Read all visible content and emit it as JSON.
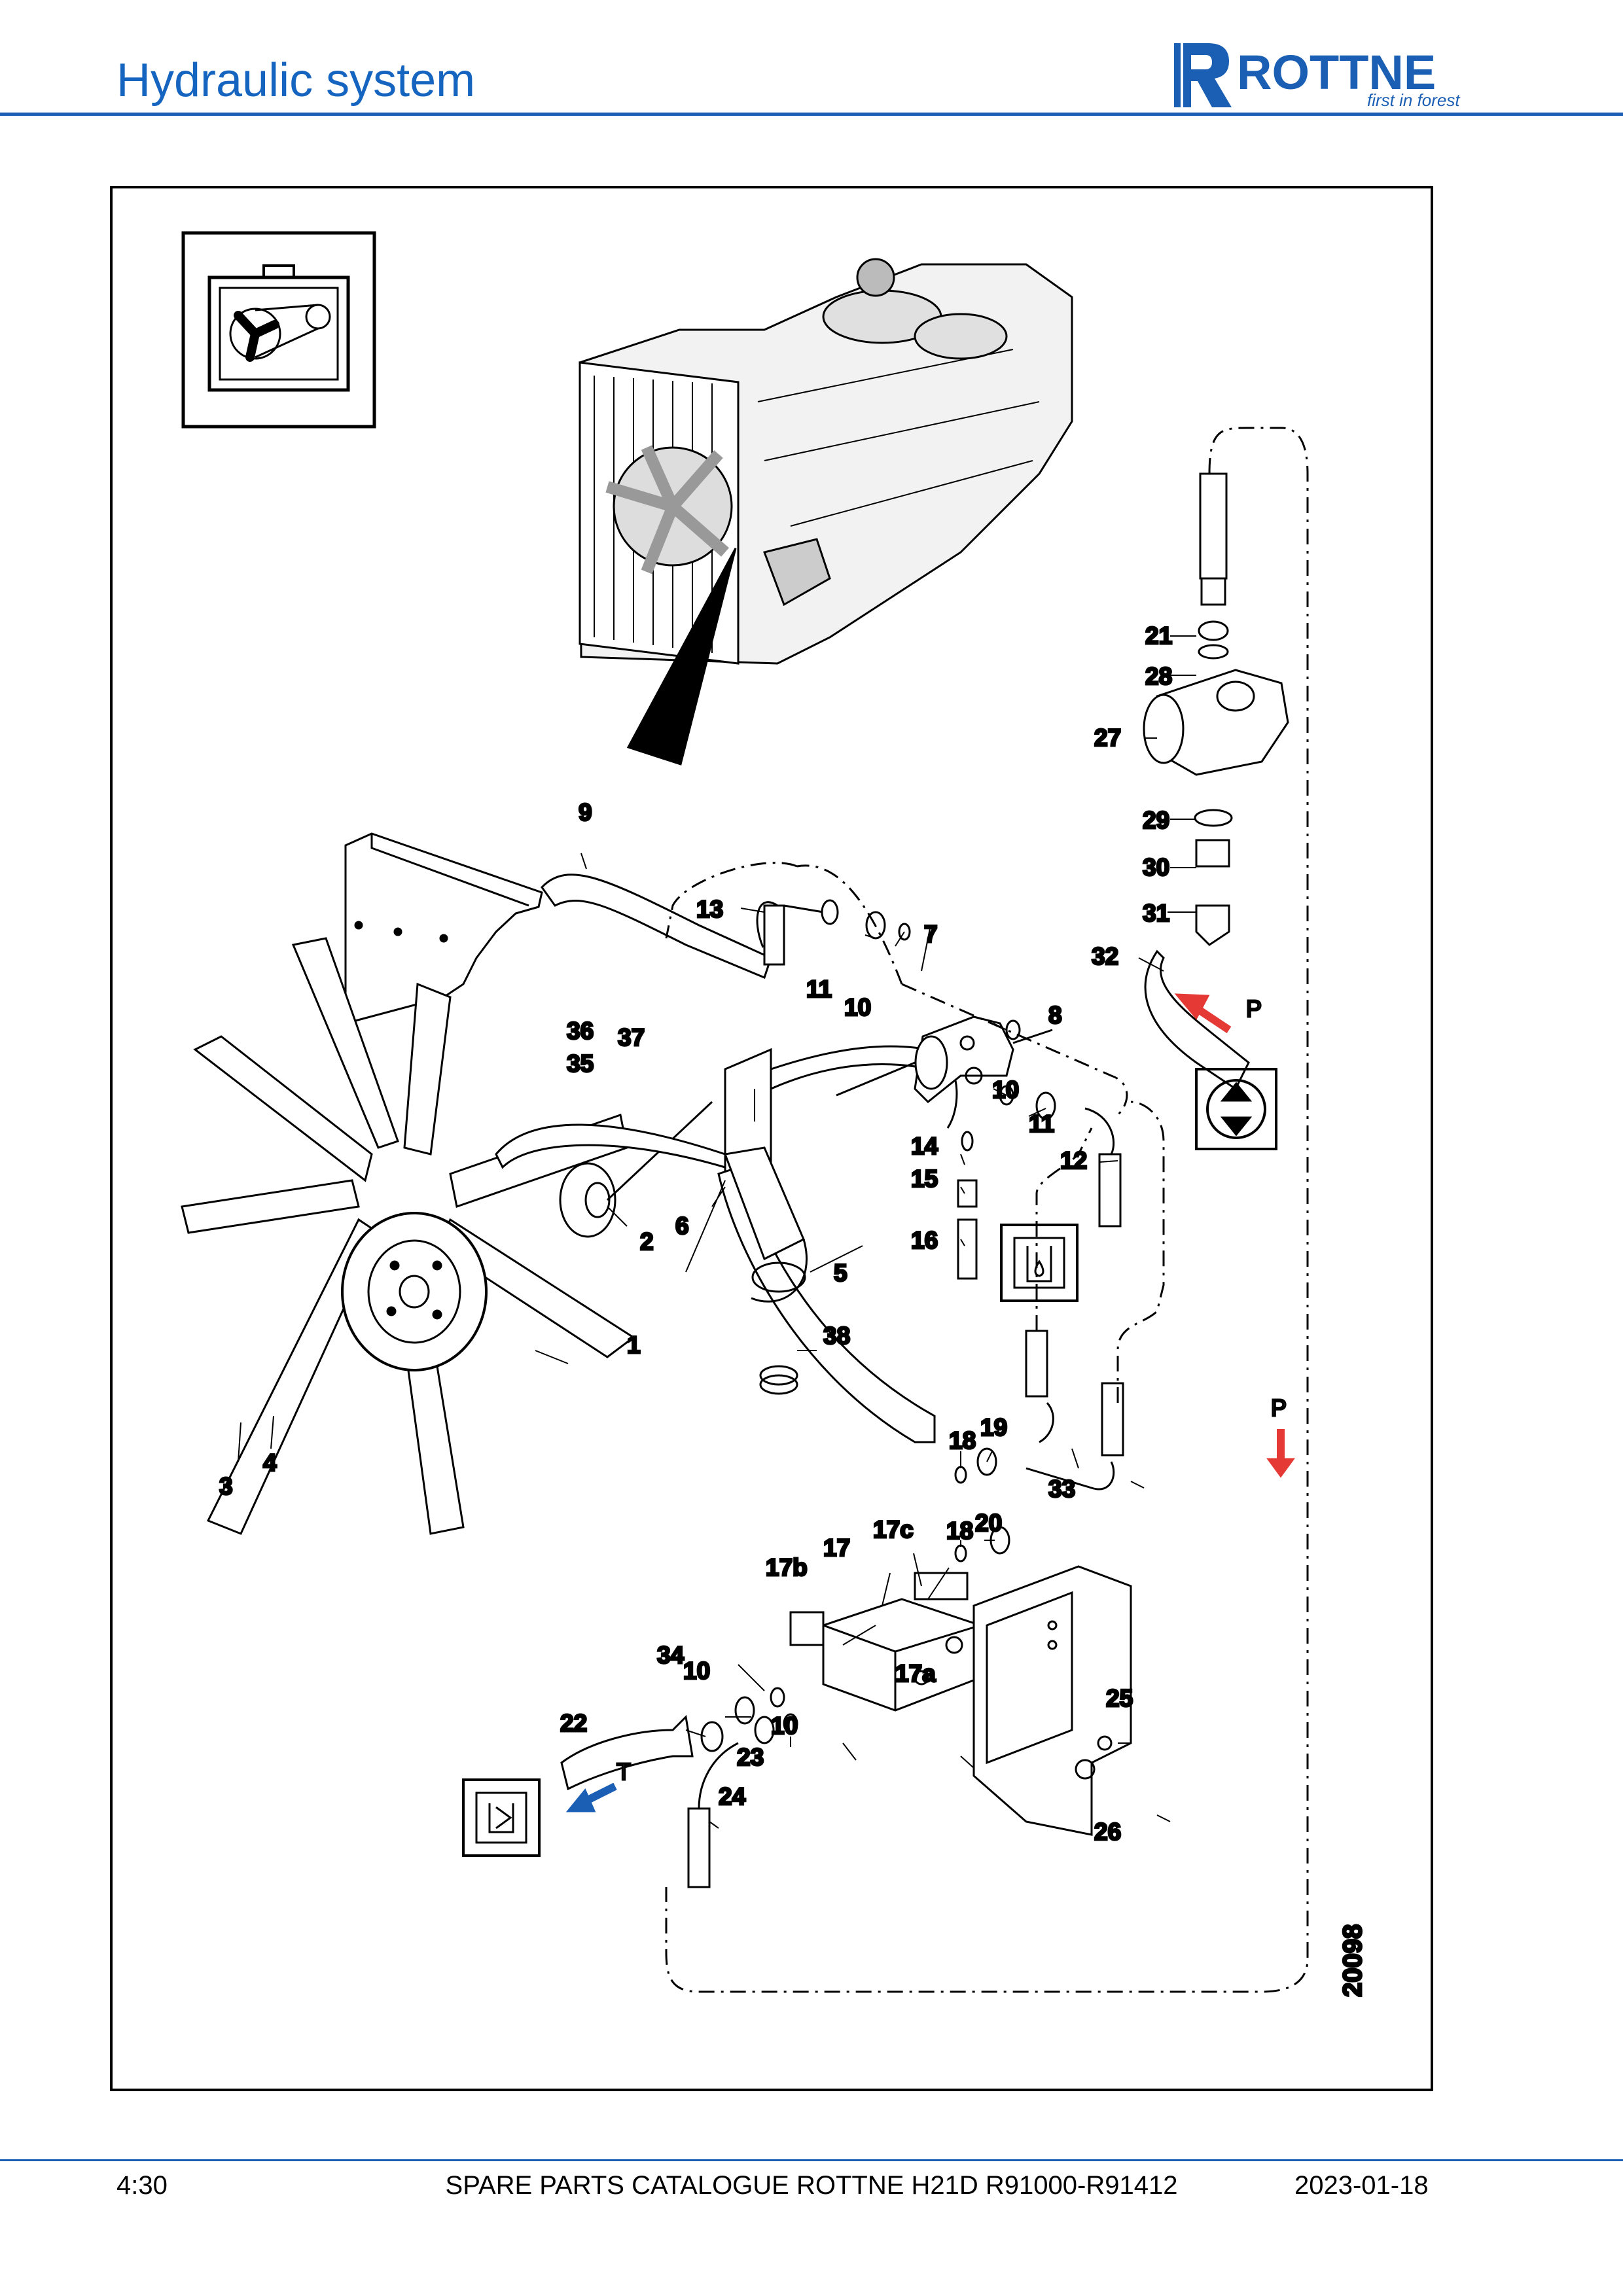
{
  "header": {
    "title": "Hydraulic system",
    "logo_name": "ROTTNE",
    "logo_slogan": "first in forest",
    "brand_color": "#1a5fb4"
  },
  "diagram": {
    "reference_number": "20098",
    "flow_labels": [
      "P",
      "P",
      "T"
    ],
    "part_labels": [
      "1",
      "2",
      "3",
      "4",
      "5",
      "6",
      "7",
      "8",
      "9",
      "10",
      "10",
      "10",
      "10",
      "11",
      "11",
      "12",
      "13",
      "14",
      "15",
      "16",
      "17",
      "17a",
      "17b",
      "17c",
      "18",
      "18",
      "19",
      "20",
      "21",
      "22",
      "23",
      "24",
      "25",
      "26",
      "27",
      "28",
      "29",
      "30",
      "31",
      "32",
      "33",
      "34",
      "35",
      "36",
      "37",
      "38"
    ],
    "pressure_arrow_color": "#e53935",
    "return_arrow_color": "#1a5fb4"
  },
  "footer": {
    "page": "4:30",
    "catalogue": "SPARE PARTS CATALOGUE ROTTNE H21D R91000-R91412",
    "date": "2023-01-18"
  }
}
